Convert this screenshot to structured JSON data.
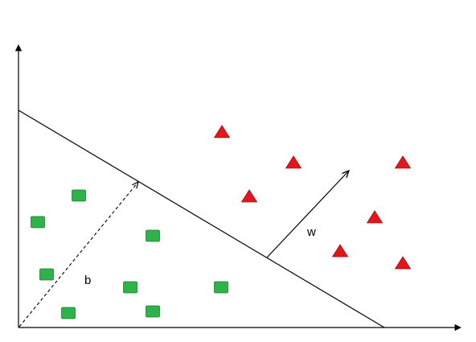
{
  "labels": {
    "w": "w",
    "b": "b"
  },
  "colors": {
    "class_a": "#2db34a",
    "class_a_stroke": "#1e7f33",
    "class_b": "#e3161a",
    "class_b_stroke": "#a40f12",
    "lines": "#000000"
  },
  "legend": {
    "squares": "green-square-marker",
    "triangles": "red-triangle-marker"
  }
}
